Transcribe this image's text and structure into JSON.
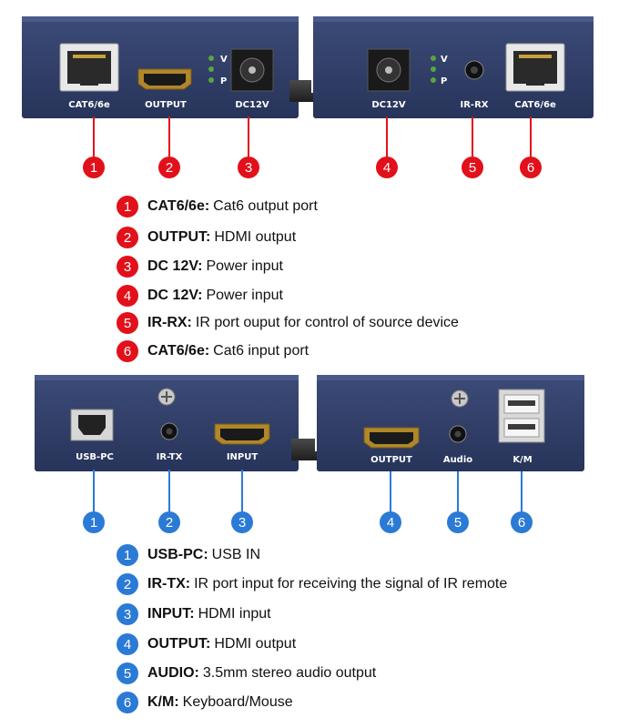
{
  "top_panels": {
    "left_labels": [
      "CAT6/6e",
      "OUTPUT",
      "DC12V"
    ],
    "right_labels": [
      "DC12V",
      "IR-RX",
      "CAT6/6e"
    ],
    "led_labels": [
      "V",
      "P"
    ]
  },
  "bottom_panels": {
    "left_labels": [
      "USB-PC",
      "IR-TX",
      "INPUT"
    ],
    "right_labels": [
      "OUTPUT",
      "Audio",
      "K/M"
    ]
  },
  "top_callouts": [
    "1",
    "2",
    "3",
    "4",
    "5",
    "6"
  ],
  "bottom_callouts": [
    "1",
    "2",
    "3",
    "4",
    "5",
    "6"
  ],
  "legend_top": [
    {
      "num": "1",
      "term": "CAT6/6e:",
      "desc": "Cat6 output port"
    },
    {
      "num": "2",
      "term": "OUTPUT:",
      "desc": "HDMI output"
    },
    {
      "num": "3",
      "term": "DC 12V:",
      "desc": "Power input"
    },
    {
      "num": "4",
      "term": "DC 12V:",
      "desc": "Power input"
    },
    {
      "num": "5",
      "term": "IR-RX:",
      "desc": "IR port ouput for control of source device"
    },
    {
      "num": "6",
      "term": "CAT6/6e:",
      "desc": "Cat6 input port"
    }
  ],
  "legend_bottom": [
    {
      "num": "1",
      "term": "USB-PC:",
      "desc": "USB IN"
    },
    {
      "num": "2",
      "term": "IR-TX:",
      "desc": "IR port input for receiving the signal of IR remote"
    },
    {
      "num": "3",
      "term": "INPUT:",
      "desc": "HDMI input"
    },
    {
      "num": "4",
      "term": "OUTPUT:",
      "desc": "HDMI output"
    },
    {
      "num": "5",
      "term": "AUDIO:",
      "desc": "3.5mm stereo audio output"
    },
    {
      "num": "6",
      "term": "K/M:",
      "desc": "Keyboard/Mouse"
    }
  ],
  "colors": {
    "red": "#e2101a",
    "blue": "#2a7ad6",
    "panel": "#2f3e66"
  }
}
